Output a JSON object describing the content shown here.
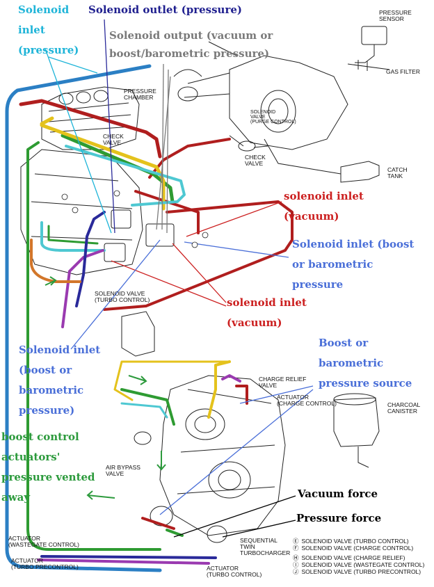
{
  "annotations": {
    "solenoid_inlet_pressure": [
      "Solenoid",
      "inlet",
      "(pressure)"
    ],
    "solenoid_outlet_pressure": "Solenoid outlet (pressure)",
    "solenoid_output_vacuum": [
      "Solenoid output (vacuum or",
      "boost/barometric pressure)"
    ],
    "solenoid_inlet_vacuum_1": [
      "solenoid inlet",
      "(vacuum)"
    ],
    "solenoid_inlet_boost_1": [
      "Solenoid inlet (boost",
      "or barometric",
      "pressure"
    ],
    "solenoid_inlet_vacuum_2": [
      "solenoid inlet",
      "(vacuum)"
    ],
    "solenoid_inlet_boost_2": [
      "Solenoid inlet",
      "(boost or",
      "barometric",
      "pressure)"
    ],
    "boost_source": [
      "Boost or",
      "barometric",
      "pressure source"
    ],
    "boost_vented": [
      "boost control",
      "actuators'",
      "pressure vented",
      "away"
    ],
    "vacuum_force": "Vacuum force",
    "pressure_force": "Pressure force"
  },
  "part_labels": {
    "pressure_sensor": [
      "PRESSURE",
      "SENSOR"
    ],
    "gas_filter": "GAS FILTER",
    "pressure_chamber": [
      "PRESSURE",
      "CHAMBER"
    ],
    "solenoid_purge": [
      "SOLENOID",
      "VALVE",
      "(PURGE CONTROL)"
    ],
    "check_valve_1": [
      "CHECK",
      "VALVE"
    ],
    "check_valve_2": [
      "CHECK",
      "VALVE"
    ],
    "catch_tank": [
      "CATCH",
      "TANK"
    ],
    "solenoid_turbo": [
      "SOLENOID VALVE",
      "(TURBO CONTROL)"
    ],
    "charge_relief_valve": [
      "CHARGE RELIEF",
      "VALVE"
    ],
    "actuator_charge": [
      "ACTUATOR",
      "(CHARGE CONTROL)"
    ],
    "charcoal_canister": [
      "CHARCOAL",
      "CANISTER"
    ],
    "air_bypass_valve": [
      "AIR BYPASS",
      "VALVE"
    ],
    "actuator_wastegate": [
      "ACTUATOR",
      "(WASTEGATE CONTROL)"
    ],
    "actuator_turbo_precontrol": [
      "ACTUATOR",
      "(TURBO PRECONTROL)"
    ],
    "sequential_turbo": [
      "SEQUENTIAL",
      "TWIN",
      "TURBOCHARGER"
    ],
    "actuator_turbo_control": [
      "ACTUATOR",
      "(TURBO CONTROL)"
    ]
  },
  "legend": [
    {
      "symbol": "Ⓔ",
      "text": "SOLENOID VALVE (TURBO CONTROL)"
    },
    {
      "symbol": "Ⓕ",
      "text": "SOLENOID VALVE (CHARGE CONTROL)"
    },
    {
      "symbol": "Ⓗ",
      "text": "SOLENOID VALVE (CHARGE RELIEF)"
    },
    {
      "symbol": "Ⓘ",
      "text": "SOLENOID VALVE (WASTEGATE CONTROL)"
    },
    {
      "symbol": "Ⓙ",
      "text": "SOLENOID VALVE (TURBO PRECONTROL)"
    }
  ],
  "colors": {
    "cyan_label": "#1eb4d8",
    "navy_label": "#1f1f8f",
    "gray_label": "#7a7a7a",
    "red_label": "#cc2020",
    "blue_label": "#4a6fd8",
    "green_label": "#2c9a3c",
    "black_label": "#000000",
    "hose_red": "#b01e1e",
    "hose_green": "#2e9b32",
    "hose_yellow": "#e4c21c",
    "hose_cyan": "#4ec8d2",
    "hose_blue": "#2b7fc4",
    "hose_purple": "#9a3ab0",
    "hose_navy": "#2a2a9a",
    "hose_orange": "#d2762a"
  }
}
